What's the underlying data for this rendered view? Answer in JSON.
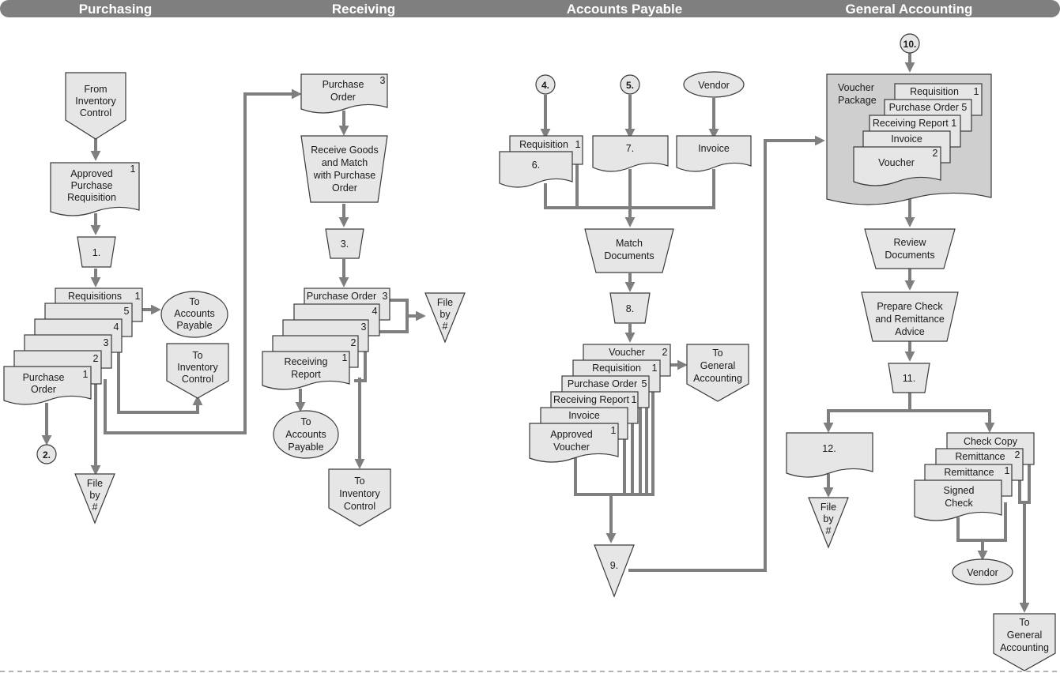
{
  "colors": {
    "header_bar": "#7f7f7f",
    "shape_fill": "#e6e6e6",
    "voucher_package_fill": "#cfcfcf",
    "flow_line": "#7f7f7f"
  },
  "headers": [
    "Purchasing",
    "Receiving",
    "Accounts Payable",
    "General Accounting"
  ],
  "purchasing": {
    "from_inventory": [
      "From",
      "Inventory",
      "Control"
    ],
    "approved_req": [
      "Approved",
      "Purchase",
      "Requisition"
    ],
    "approved_req_copy": "1",
    "step1": "1.",
    "requisitions": "Requisitions",
    "copy1": "1",
    "copy5": "5",
    "copy4": "4",
    "copy3": "3",
    "copy2": "2",
    "purchase_order": [
      "Purchase",
      "Order"
    ],
    "po_copy": "1",
    "to_ap": [
      "To",
      "Accounts",
      "Payable"
    ],
    "to_inventory": [
      "To",
      "Inventory",
      "Control"
    ],
    "connector2": "2.",
    "file": [
      "File",
      "by",
      "#"
    ]
  },
  "receiving": {
    "purchase_order": [
      "Purchase",
      "Order"
    ],
    "po_copy": "3",
    "receive_goods": [
      "Receive Goods",
      "and Match",
      "with Purchase",
      "Order"
    ],
    "step3": "3.",
    "po_label": "Purchase Order",
    "copy3": "3",
    "copy4": "4",
    "copy3b": "3",
    "copy2": "2",
    "copy1": "1",
    "receiving_report": [
      "Receiving",
      "Report"
    ],
    "file": [
      "File",
      "by",
      "#"
    ],
    "to_ap": [
      "To",
      "Accounts",
      "Payable"
    ],
    "to_inventory": [
      "To",
      "Inventory",
      "Control"
    ]
  },
  "accounts_payable": {
    "conn4": "4.",
    "conn5": "5.",
    "vendor": "Vendor",
    "requisition": "Requisition",
    "req_copy": "1",
    "doc6": "6.",
    "doc7": "7.",
    "invoice": "Invoice",
    "match": [
      "Match",
      "Documents"
    ],
    "step8": "8.",
    "voucher": "Voucher",
    "voucher_copy": "2",
    "requisition2": "Requisition",
    "req2_copy": "1",
    "purchase_order": "Purchase Order",
    "po_copy": "5",
    "receiving_report": "Receiving Report",
    "rr_copy": "1",
    "invoice2": "Invoice",
    "approved_voucher": [
      "Approved",
      "Voucher"
    ],
    "av_copy": "1",
    "to_ga": [
      "To",
      "General",
      "Accounting"
    ],
    "file9": "9."
  },
  "general_accounting": {
    "conn10": "10.",
    "voucher_package": [
      "Voucher",
      "Package"
    ],
    "requisition": "Requisition",
    "req_copy": "1",
    "purchase_order": "Purchase Order 5",
    "receiving_report": "Receiving Report 1",
    "invoice": "Invoice",
    "voucher": "Voucher",
    "voucher_copy": "2",
    "review": [
      "Review",
      "Documents"
    ],
    "prepare": [
      "Prepare Check",
      "and Remittance",
      "Advice"
    ],
    "step11": "11.",
    "doc12": "12.",
    "file": [
      "File",
      "by",
      "#"
    ],
    "check_copy": "Check Copy",
    "remittance2": "Remittance",
    "rem2_copy": "2",
    "remittance1": "Remittance",
    "rem1_copy": "1",
    "signed_check": [
      "Signed",
      "Check"
    ],
    "vendor": "Vendor",
    "to_ga": [
      "To",
      "General",
      "Accounting"
    ]
  }
}
